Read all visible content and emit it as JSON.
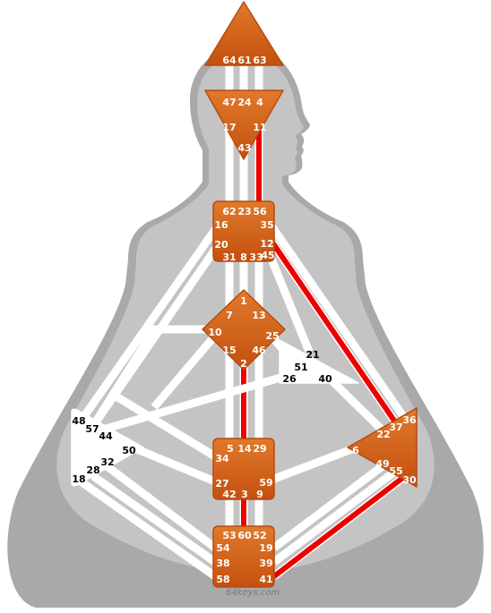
{
  "watermark": "64keys.com",
  "colors": {
    "silhouette_outer": "#a8a8a8",
    "silhouette_inner": "#c2c2c2",
    "channel_inactive": "#ffffff",
    "channel_active": "#ee0000",
    "center_defined": "#d2601a",
    "center_undefined": "#ffffff"
  },
  "centers": {
    "head": {
      "defined": true,
      "gates": [
        "64",
        "61",
        "63"
      ]
    },
    "ajna": {
      "defined": true,
      "gates": [
        "47",
        "24",
        "4",
        "17",
        "11",
        "43"
      ]
    },
    "throat": {
      "defined": true,
      "gates": [
        "62",
        "23",
        "56",
        "16",
        "35",
        "20",
        "12",
        "31",
        "8",
        "33",
        "45"
      ]
    },
    "g": {
      "defined": true,
      "gates": [
        "1",
        "7",
        "13",
        "10",
        "25",
        "15",
        "46",
        "2"
      ]
    },
    "ego": {
      "defined": false,
      "gates": [
        "21",
        "51",
        "26",
        "40"
      ]
    },
    "spleen": {
      "defined": false,
      "gates": [
        "48",
        "57",
        "44",
        "50",
        "32",
        "28",
        "18"
      ]
    },
    "sacral": {
      "defined": true,
      "gates": [
        "5",
        "14",
        "29",
        "34",
        "27",
        "42",
        "3",
        "9",
        "59"
      ]
    },
    "solar_plexus": {
      "defined": true,
      "gates": [
        "36",
        "37",
        "22",
        "6",
        "49",
        "55",
        "30"
      ]
    },
    "root": {
      "defined": true,
      "gates": [
        "53",
        "60",
        "52",
        "54",
        "19",
        "38",
        "39",
        "58",
        "41"
      ]
    }
  },
  "active_channels": [
    "11-56",
    "12-22",
    "2-14",
    "30-41",
    "3-60"
  ]
}
